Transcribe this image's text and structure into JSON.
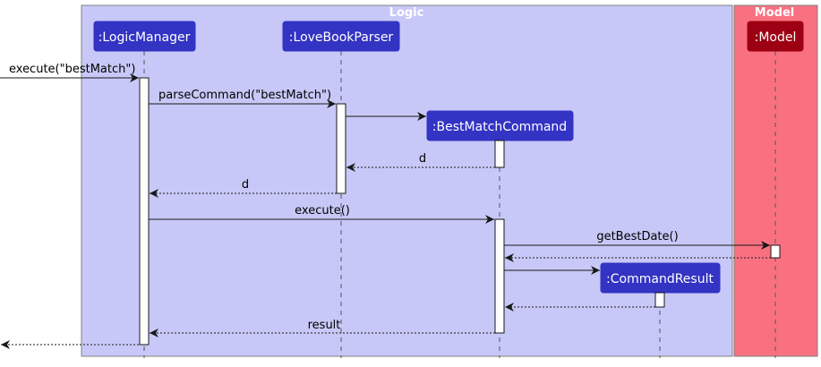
{
  "diagram": {
    "type": "sequence",
    "boxes": [
      {
        "title": "Logic",
        "fill": "#c8c8f8",
        "border": "#7f7f7f",
        "title_color": "#ffffff"
      },
      {
        "title": "Model",
        "fill": "#f97181",
        "border": "#7f7f7f",
        "title_color": "#ffffff"
      }
    ],
    "participants": [
      {
        "label": ":LogicManager",
        "fill": "#3333c4",
        "text_color": "#ffffff"
      },
      {
        "label": ":LoveBookParser",
        "fill": "#3333c4",
        "text_color": "#ffffff"
      },
      {
        "label": ":BestMatchCommand",
        "fill": "#3333c4",
        "text_color": "#ffffff"
      },
      {
        "label": ":CommandResult",
        "fill": "#3333c4",
        "text_color": "#ffffff"
      },
      {
        "label": ":Model",
        "fill": "#9d0012",
        "text_color": "#ffffff"
      }
    ],
    "messages": [
      {
        "label": "execute(\"bestMatch\")",
        "style": "sync"
      },
      {
        "label": "parseCommand(\"bestMatch\")",
        "style": "sync"
      },
      {
        "label": "",
        "style": "create"
      },
      {
        "label": "d",
        "style": "return"
      },
      {
        "label": "d",
        "style": "return"
      },
      {
        "label": "execute()",
        "style": "sync"
      },
      {
        "label": "getBestDate()",
        "style": "sync"
      },
      {
        "label": "",
        "style": "return"
      },
      {
        "label": "",
        "style": "create"
      },
      {
        "label": "",
        "style": "return"
      },
      {
        "label": "result",
        "style": "return"
      },
      {
        "label": "",
        "style": "return"
      }
    ],
    "colors": {
      "activation_fill": "#ffffff",
      "line": "#181818",
      "lifeline": "#555555"
    }
  }
}
